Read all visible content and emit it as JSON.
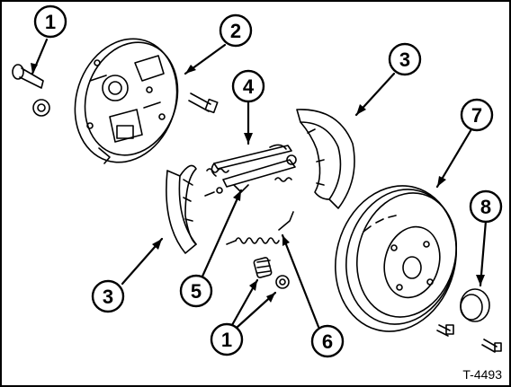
{
  "diagram": {
    "reference_code": "T-4493",
    "callouts": [
      {
        "id": "c1a",
        "label": "1"
      },
      {
        "id": "c2",
        "label": "2"
      },
      {
        "id": "c3a",
        "label": "3"
      },
      {
        "id": "c3b",
        "label": "3"
      },
      {
        "id": "c4",
        "label": "4"
      },
      {
        "id": "c5",
        "label": "5"
      },
      {
        "id": "c6",
        "label": "6"
      },
      {
        "id": "c7",
        "label": "7"
      },
      {
        "id": "c8",
        "label": "8"
      },
      {
        "id": "c1b",
        "label": "1"
      }
    ],
    "colors": {
      "ink": "#000000",
      "paper": "#ffffff"
    }
  }
}
